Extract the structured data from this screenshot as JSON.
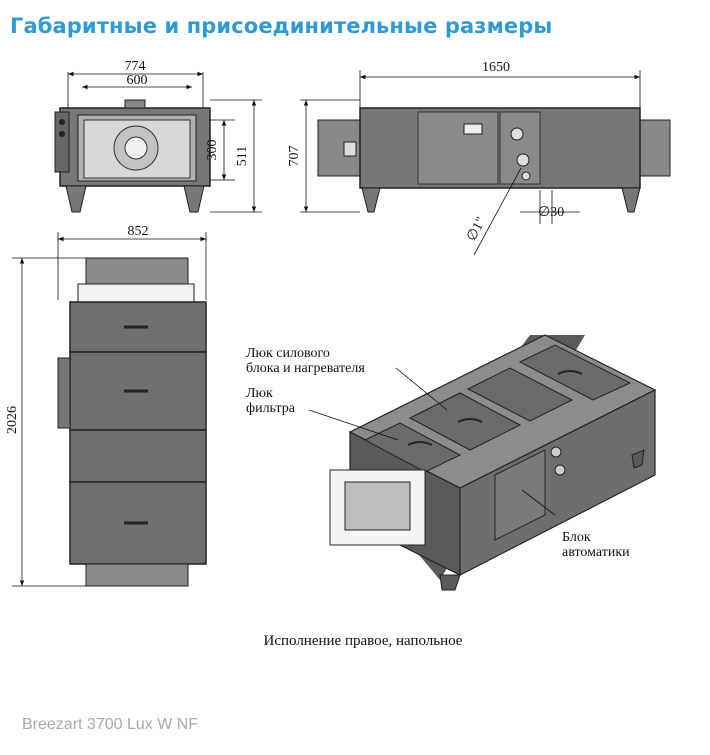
{
  "header": {
    "title": "Габаритные и присоединительные размеры"
  },
  "front_view": {
    "dim_width_outer": "774",
    "dim_width_inner": "600",
    "dim_height_opening": "300",
    "dim_height_total": "511"
  },
  "side_view": {
    "dim_length": "1650",
    "dim_height": "707",
    "dim_pipe_diameter": "∅30",
    "dim_thread": "∅1\""
  },
  "top_view": {
    "dim_width": "852",
    "dim_length": "2026"
  },
  "iso_view": {
    "callout_power_hatch": "Люк силового\nблока и нагревателя",
    "callout_filter_hatch": "Люк\nфильтра",
    "callout_automation": "Блок\nавтоматики",
    "caption": "Исполнение правое, напольное"
  },
  "footer": {
    "model": "Breezart 3700 Lux W NF"
  },
  "colors": {
    "title": "#2e9bd6",
    "body_fill": "#707070",
    "panel_fill": "#454545",
    "footer_text": "#a9a9a9"
  }
}
